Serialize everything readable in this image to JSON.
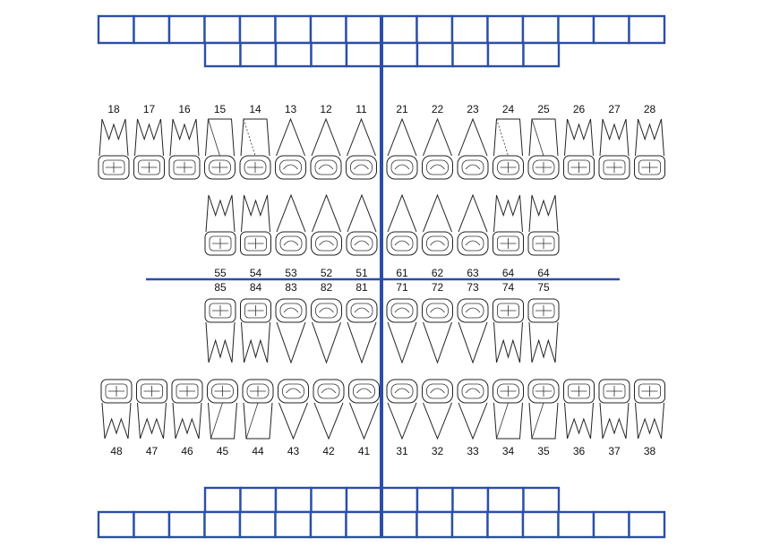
{
  "colors": {
    "grid_stroke": "#2b4fa8",
    "tooth_stroke": "#222222",
    "background": "#ffffff"
  },
  "chart": {
    "upper_permanent": {
      "label_row": "above",
      "teeth": [
        {
          "number": "18",
          "type": "molar"
        },
        {
          "number": "17",
          "type": "molar"
        },
        {
          "number": "16",
          "type": "molar"
        },
        {
          "number": "15",
          "type": "premolar"
        },
        {
          "number": "14",
          "type": "premolar",
          "dashed_root": true
        },
        {
          "number": "13",
          "type": "canine"
        },
        {
          "number": "12",
          "type": "incisor"
        },
        {
          "number": "11",
          "type": "incisor"
        },
        {
          "number": "21",
          "type": "incisor"
        },
        {
          "number": "22",
          "type": "incisor"
        },
        {
          "number": "23",
          "type": "canine"
        },
        {
          "number": "24",
          "type": "premolar",
          "dashed_root": true
        },
        {
          "number": "25",
          "type": "premolar"
        },
        {
          "number": "26",
          "type": "molar"
        },
        {
          "number": "27",
          "type": "molar"
        },
        {
          "number": "28",
          "type": "molar"
        }
      ]
    },
    "upper_primary": {
      "label_row": "below",
      "teeth": [
        {
          "number": "55",
          "type": "molar"
        },
        {
          "number": "54",
          "type": "molar"
        },
        {
          "number": "53",
          "type": "canine"
        },
        {
          "number": "52",
          "type": "incisor"
        },
        {
          "number": "51",
          "type": "incisor"
        },
        {
          "number": "61",
          "type": "incisor"
        },
        {
          "number": "62",
          "type": "incisor"
        },
        {
          "number": "63",
          "type": "canine"
        },
        {
          "number": "64",
          "type": "molar"
        },
        {
          "number": "64",
          "type": "molar"
        }
      ]
    },
    "lower_primary": {
      "label_row": "above",
      "teeth": [
        {
          "number": "85",
          "type": "molar"
        },
        {
          "number": "84",
          "type": "molar"
        },
        {
          "number": "83",
          "type": "canine"
        },
        {
          "number": "82",
          "type": "incisor"
        },
        {
          "number": "81",
          "type": "incisor"
        },
        {
          "number": "71",
          "type": "incisor"
        },
        {
          "number": "72",
          "type": "incisor"
        },
        {
          "number": "73",
          "type": "canine"
        },
        {
          "number": "74",
          "type": "molar"
        },
        {
          "number": "75",
          "type": "molar"
        }
      ]
    },
    "lower_permanent": {
      "label_row": "below",
      "teeth": [
        {
          "number": "48",
          "type": "molar"
        },
        {
          "number": "47",
          "type": "molar"
        },
        {
          "number": "46",
          "type": "molar"
        },
        {
          "number": "45",
          "type": "premolar"
        },
        {
          "number": "44",
          "type": "premolar"
        },
        {
          "number": "43",
          "type": "canine"
        },
        {
          "number": "42",
          "type": "incisor"
        },
        {
          "number": "41",
          "type": "incisor"
        },
        {
          "number": "31",
          "type": "incisor"
        },
        {
          "number": "32",
          "type": "incisor"
        },
        {
          "number": "33",
          "type": "canine"
        },
        {
          "number": "34",
          "type": "premolar"
        },
        {
          "number": "35",
          "type": "premolar"
        },
        {
          "number": "36",
          "type": "molar"
        },
        {
          "number": "37",
          "type": "molar"
        },
        {
          "number": "38",
          "type": "molar"
        }
      ]
    },
    "grids": {
      "top_outer_cells": 16,
      "top_inner_cells": 10,
      "bottom_inner_cells": 10,
      "bottom_outer_cells": 16
    }
  }
}
